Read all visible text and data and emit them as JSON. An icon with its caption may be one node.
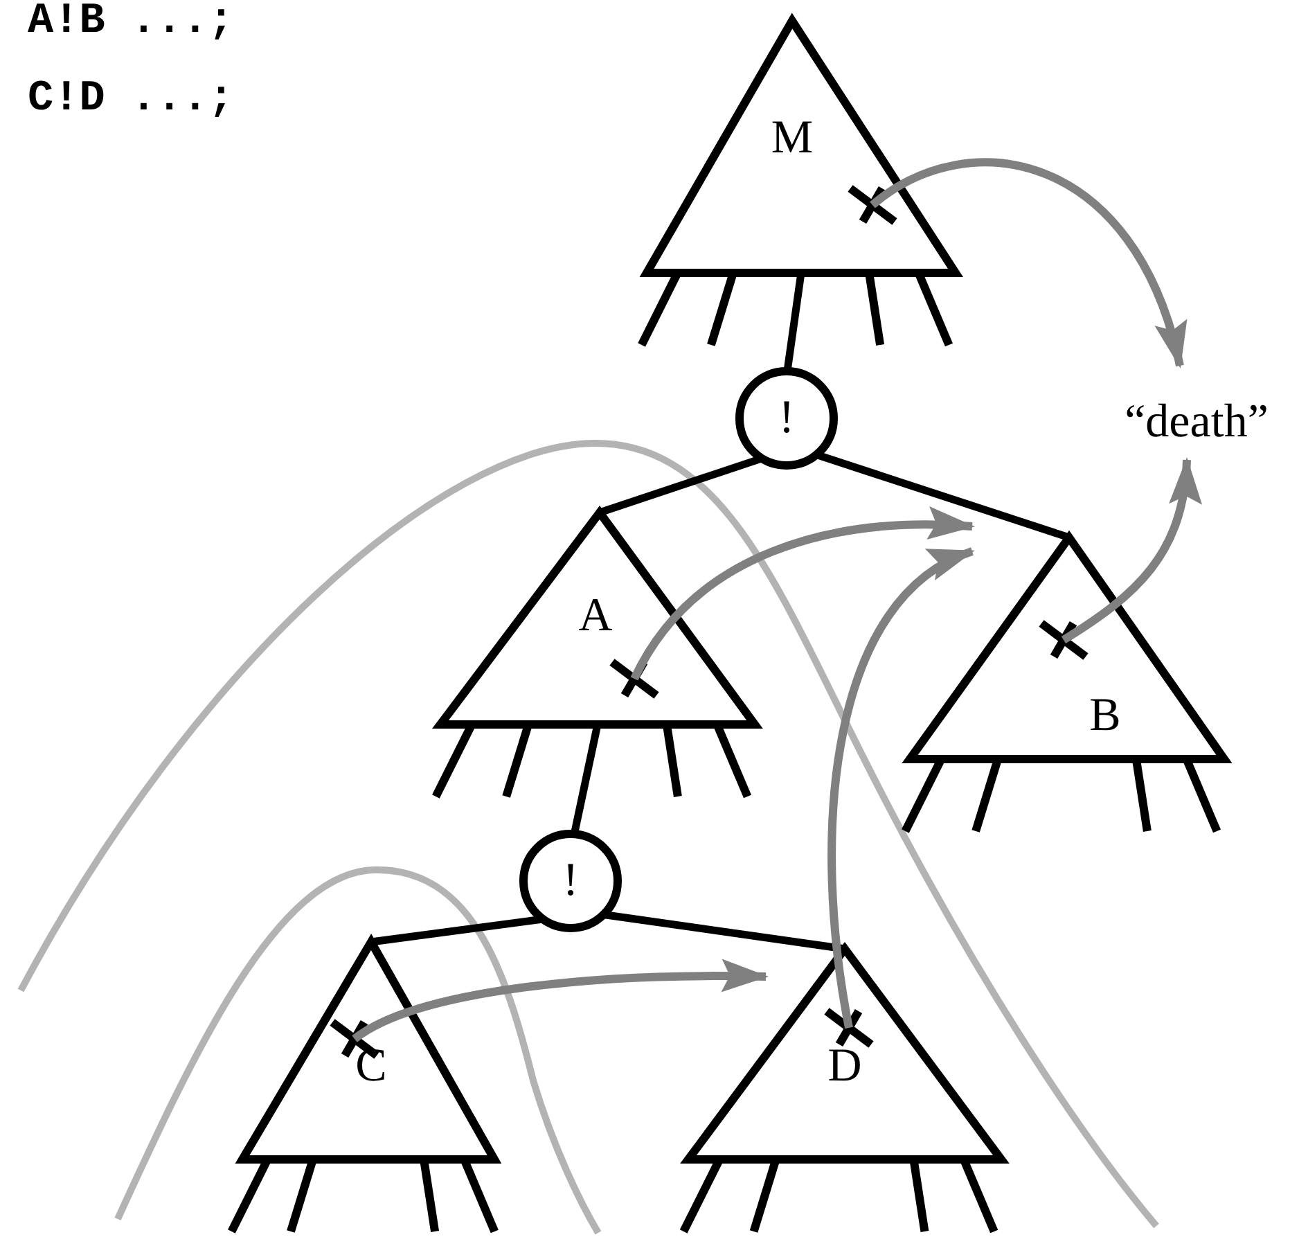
{
  "diagram": {
    "nodes": [
      {
        "text": [
          "M"
        ]
      },
      {
        "text": [
          "!"
        ]
      },
      {
        "text": [
          "A"
        ]
      },
      {
        "text": [
          "B"
        ]
      },
      {
        "text": [
          "!"
        ]
      },
      {
        "text": [
          "C"
        ]
      },
      {
        "text": [
          "D"
        ]
      },
      {
        "text": [
          "“death”"
        ]
      }
    ],
    "edges": [
      {
        "from": 0,
        "to": 1,
        "arrow": "none"
      },
      {
        "from": 1,
        "to": 2,
        "arrow": "none"
      },
      {
        "from": 1,
        "to": 3,
        "arrow": "none"
      },
      {
        "from": 2,
        "to": 4,
        "arrow": "none"
      },
      {
        "from": 4,
        "to": 5,
        "arrow": "none"
      },
      {
        "from": 4,
        "to": 6,
        "arrow": "none"
      },
      {
        "from": 0,
        "to": 7,
        "arrow": "to",
        "color": "#808080"
      },
      {
        "from": 2,
        "to": 3,
        "arrow": "to",
        "color": "#808080"
      },
      {
        "from": 6,
        "to": 3,
        "arrow": "to",
        "color": "#808080"
      },
      {
        "from": 3,
        "to": 7,
        "arrow": "to",
        "color": "#808080"
      },
      {
        "from": 5,
        "to": 6,
        "arrow": "to",
        "color": "#808080"
      }
    ],
    "labels": [
      "A!B ...;",
      "C!D ...;"
    ]
  }
}
